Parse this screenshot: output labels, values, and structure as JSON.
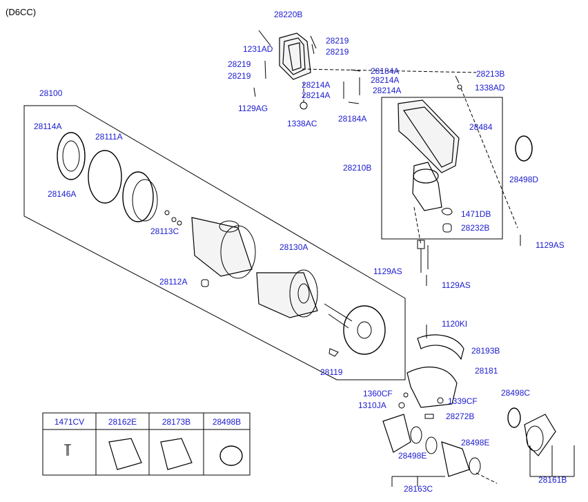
{
  "header": {
    "engine": "(D6CC)"
  },
  "callouts": [
    "28220B",
    "1231AD",
    "28219",
    "28219",
    "28219",
    "28219",
    "1129AG",
    "1338AC",
    "28184A",
    "28214A",
    "28214A",
    "28214A",
    "28214A",
    "28184A",
    "28213B",
    "1338AD",
    "28484",
    "28210B",
    "28498D",
    "1471DB",
    "28232B",
    "1129AS",
    "1129AS",
    "1129AS",
    "28100",
    "28114A",
    "28111A",
    "28146A",
    "28113C",
    "28130A",
    "28112A",
    "28119",
    "1120KI",
    "28193B",
    "28181",
    "1360CF",
    "1310JA",
    "1339CF",
    "28272B",
    "28498C",
    "28498E",
    "28498E",
    "28163C",
    "28161B"
  ],
  "parts_table": {
    "headers": [
      "1471CV",
      "28162E",
      "28173B",
      "28498B"
    ]
  },
  "colors": {
    "label": "#1a1ad0",
    "line": "#000000"
  }
}
